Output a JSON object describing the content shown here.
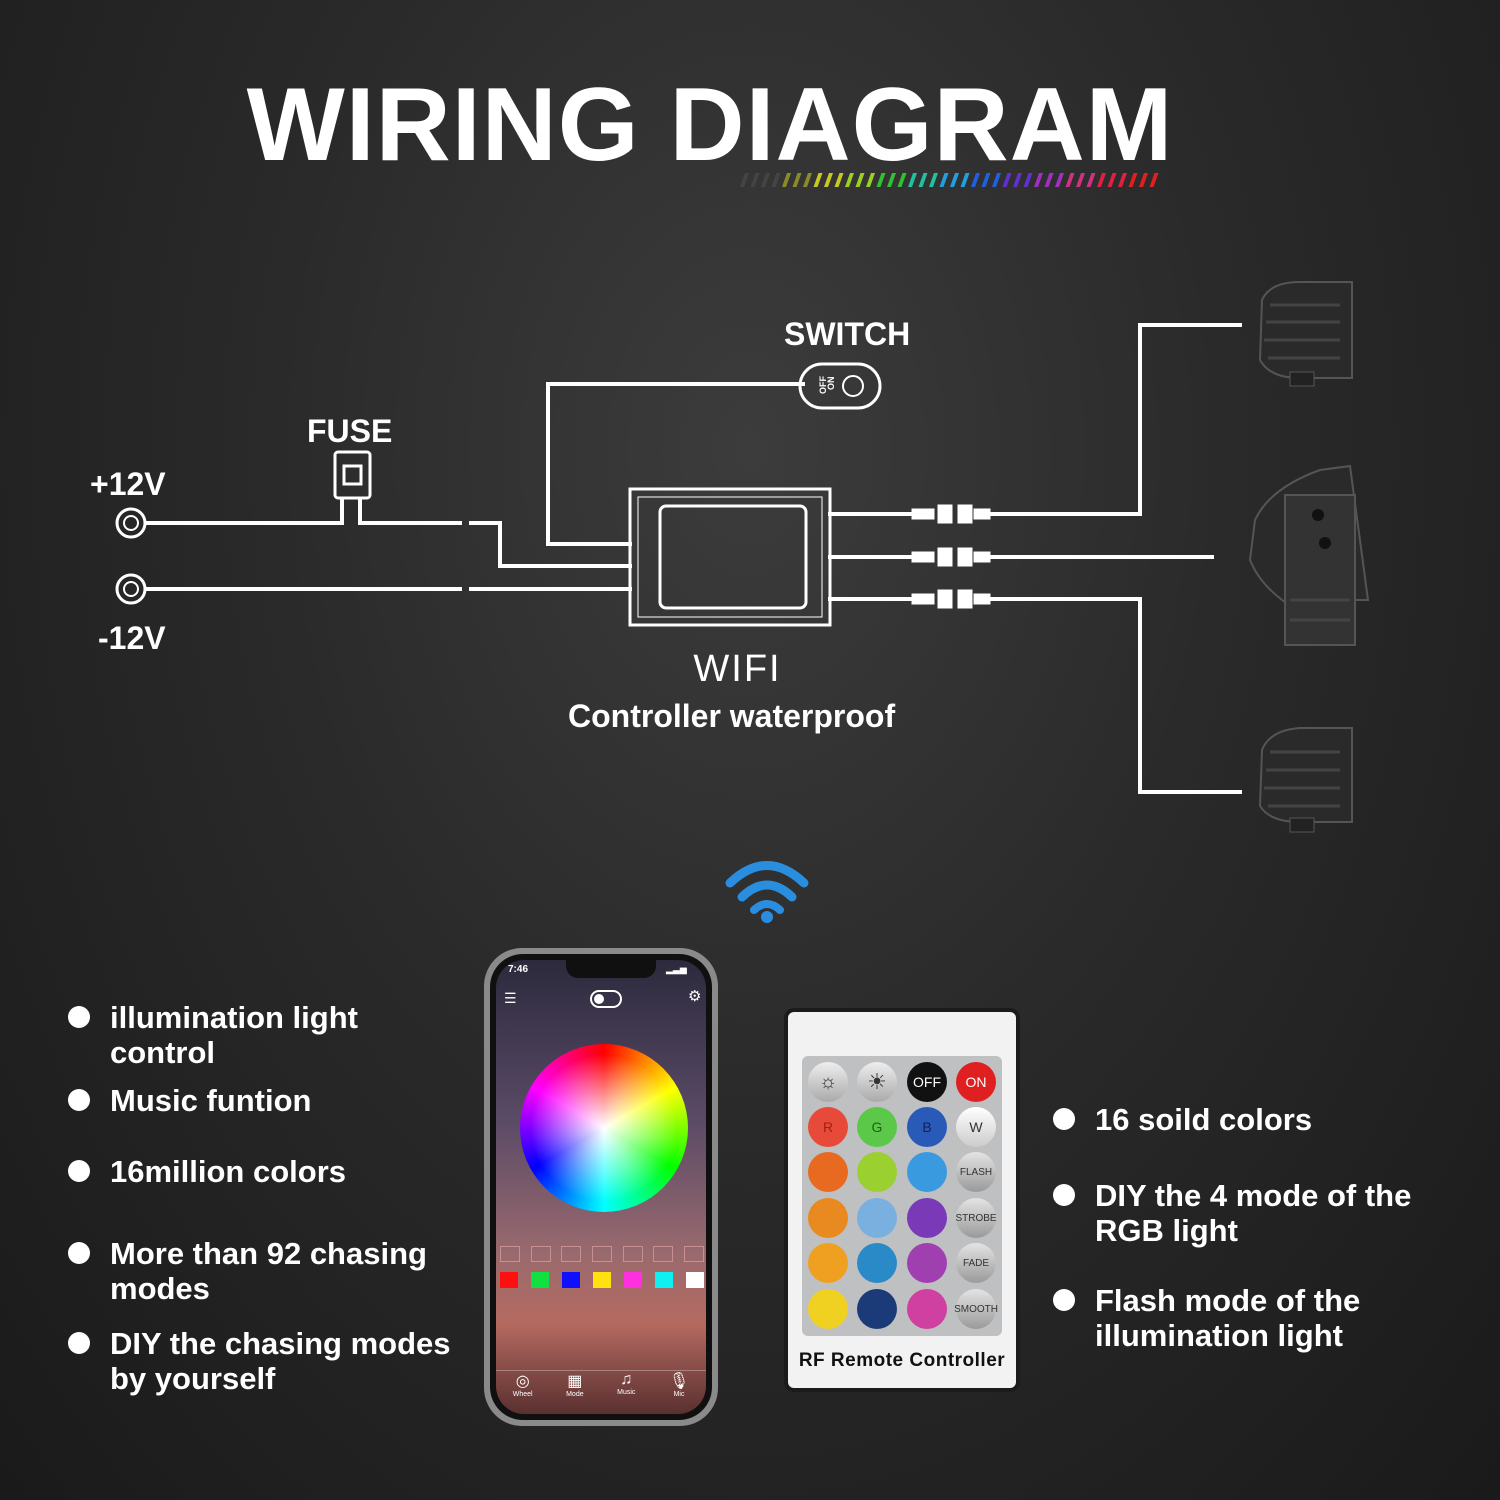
{
  "title": "WIRING DIAGRAM",
  "labels": {
    "switch": "SWITCH",
    "fuse": "FUSE",
    "plus12v": "+12V",
    "minus12v": "-12V",
    "wifi": "WIFI",
    "controller": "Controller waterproof"
  },
  "switch_text": {
    "on": "ON",
    "off": "OFF"
  },
  "left_features": [
    [
      "illumination light",
      "control"
    ],
    [
      "Music funtion"
    ],
    [
      "16million colors"
    ],
    [
      "More than 92 chasing",
      "modes"
    ],
    [
      "DIY the chasing modes",
      "by yourself"
    ]
  ],
  "right_features": [
    [
      "16 soild colors"
    ],
    [
      "DIY the 4 mode of the",
      "RGB light"
    ],
    [
      "Flash mode of the",
      "illumination light"
    ]
  ],
  "phone": {
    "time": "7:46",
    "tabs": [
      "Wheel",
      "Mode",
      "Music",
      "Mic"
    ]
  },
  "remote": {
    "label": "RF Remote Controller",
    "off": "OFF",
    "on": "ON",
    "r": "R",
    "g": "G",
    "b": "B",
    "w": "W",
    "flash": "FLASH",
    "strobe": "STROBE",
    "fade": "FADE",
    "smooth": "SMOOTH"
  },
  "colors": {
    "accent_bar": [
      "#444444",
      "#8a8a2a",
      "#c8c820",
      "#9ad020",
      "#30c030",
      "#20c0a0",
      "#20a0e0",
      "#2060e0",
      "#6030d0",
      "#a030c0",
      "#d03080",
      "#e02040",
      "#e02020"
    ],
    "wifi_icon": "#2a8ee0",
    "remote_color_buttons": [
      "#e84a3a",
      "#5cc84a",
      "#2a5ab8",
      "#e86a20",
      "#9ad030",
      "#3a9ae0",
      "#e88a20",
      "#7ab0e0",
      "#7a3ab8",
      "#f0a020",
      "#2a8ac8",
      "#a040b0",
      "#f0d020",
      "#1a3a78",
      "#d040a0"
    ]
  }
}
